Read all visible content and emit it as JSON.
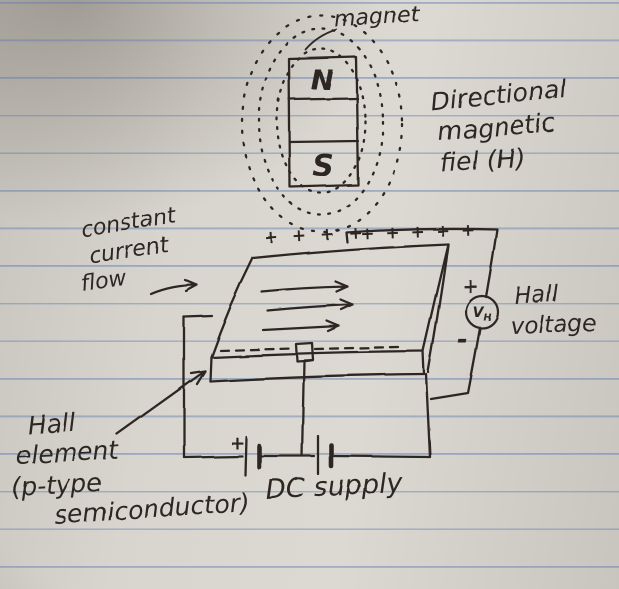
{
  "labels": {
    "magnet": "magnet",
    "directional_field": [
      "Directional",
      "magnetic",
      "fiel (H)"
    ],
    "constant_current": [
      "constant",
      "current",
      "flow"
    ],
    "hall_voltage": [
      "Hall",
      "voltage"
    ],
    "hall_element": [
      "Hall",
      "element",
      "(p-type",
      "semiconductor)"
    ],
    "dc_supply": "DC supply"
  },
  "magnet": {
    "north_pole": "N",
    "south_pole": "S"
  },
  "meter": {
    "symbol_main": "V",
    "symbol_sub": "H",
    "plus_terminal": "+",
    "minus_terminal": "-"
  },
  "charges": {
    "plus_row_left": "+ + + +",
    "plus_row_right": "+ + + + +"
  },
  "battery": {
    "plus_terminal": "+"
  },
  "colors": {
    "ink": "#2e2822",
    "paper": "#d6d3cc",
    "ruled_line": "#5873aa"
  }
}
